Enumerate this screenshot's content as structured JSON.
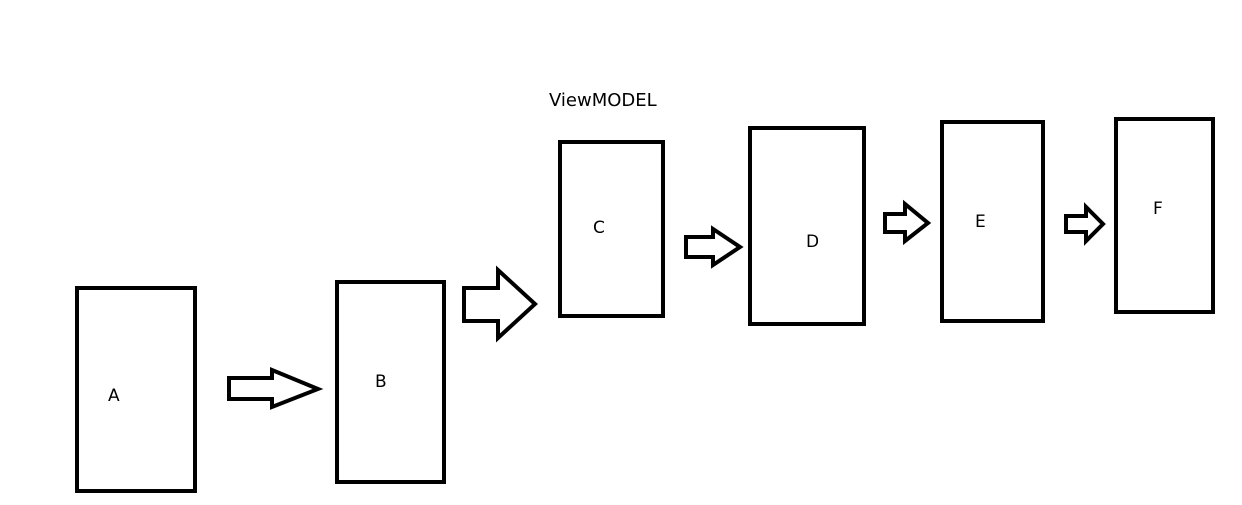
{
  "diagram": {
    "caption": "ViewMODEL",
    "boxes": [
      {
        "id": "a",
        "label": "A"
      },
      {
        "id": "b",
        "label": "B"
      },
      {
        "id": "c",
        "label": "C"
      },
      {
        "id": "d",
        "label": "D"
      },
      {
        "id": "e",
        "label": "E"
      },
      {
        "id": "f",
        "label": "F"
      }
    ]
  },
  "colors": {
    "stroke": "#000000",
    "background": "#ffffff"
  }
}
